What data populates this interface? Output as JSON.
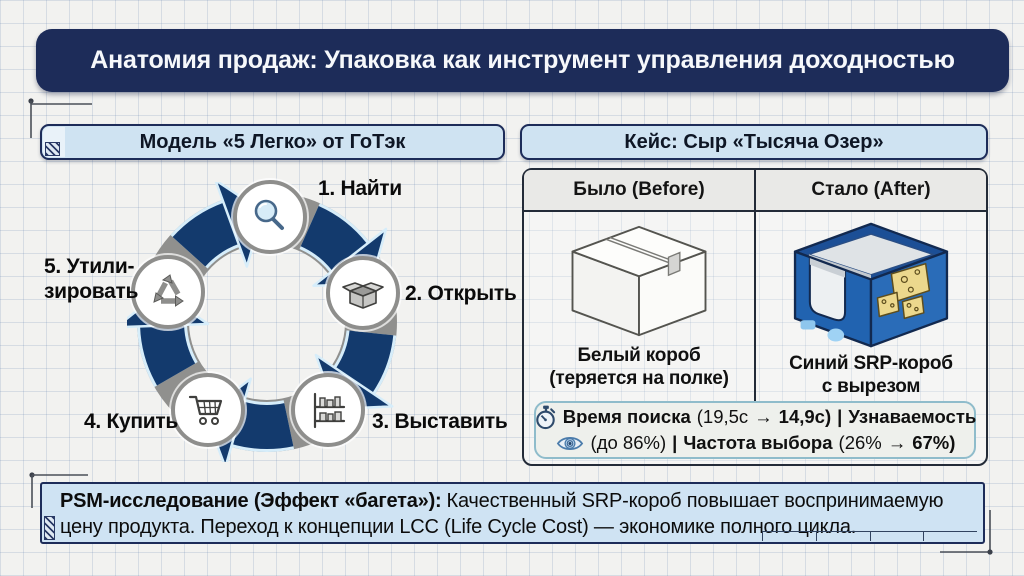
{
  "colors": {
    "header_navy": "#1d2c59",
    "panel_blue": "#cfe3f2",
    "arrow_navy": "#133a6d",
    "ring_gray": "#90908e",
    "srp_blue": "#2163b0",
    "cheese_yellow": "#ecd88d",
    "stats_border": "#8fbccb"
  },
  "header": {
    "title": "Анатомия продаж: Упаковка как инструмент управления доходностью"
  },
  "left_panel": {
    "title": "Модель «5 Легко» от ГоТэк",
    "steps": [
      {
        "label": "1. Найти",
        "icon": "magnifier-icon"
      },
      {
        "label": "2. Открыть",
        "icon": "open-box-icon"
      },
      {
        "label": "3. Выставить",
        "icon": "shelf-display-icon"
      },
      {
        "label": "4. Купить",
        "icon": "shopping-cart-icon"
      },
      {
        "label": "5. Утили-\nзировать",
        "icon": "recycle-icon"
      }
    ]
  },
  "right_panel": {
    "title": "Кейс: Сыр «Тысяча Озер»",
    "before": {
      "header": "Было (Before)",
      "caption": "Белый короб\n(теряется на полке)"
    },
    "after": {
      "header": "Стало (After)",
      "caption": "Синий SRP-короб\nс вырезом"
    },
    "stats": {
      "line1": [
        "Время поиска",
        "(19,5с",
        "→",
        "14,9с)",
        "|",
        "Узнаваемость"
      ],
      "line2": [
        "(до 86%)",
        "|",
        "Частота выбора",
        "(26%",
        "→",
        "67%)"
      ]
    }
  },
  "footer": {
    "bold": "PSM-исследование (Эффект «багета»):",
    "text": "Качественный SRP-короб повышает воспринимаемую цену продукта. Переход к концепции LCC (Life Cycle Cost) — экономике полного цикла."
  }
}
